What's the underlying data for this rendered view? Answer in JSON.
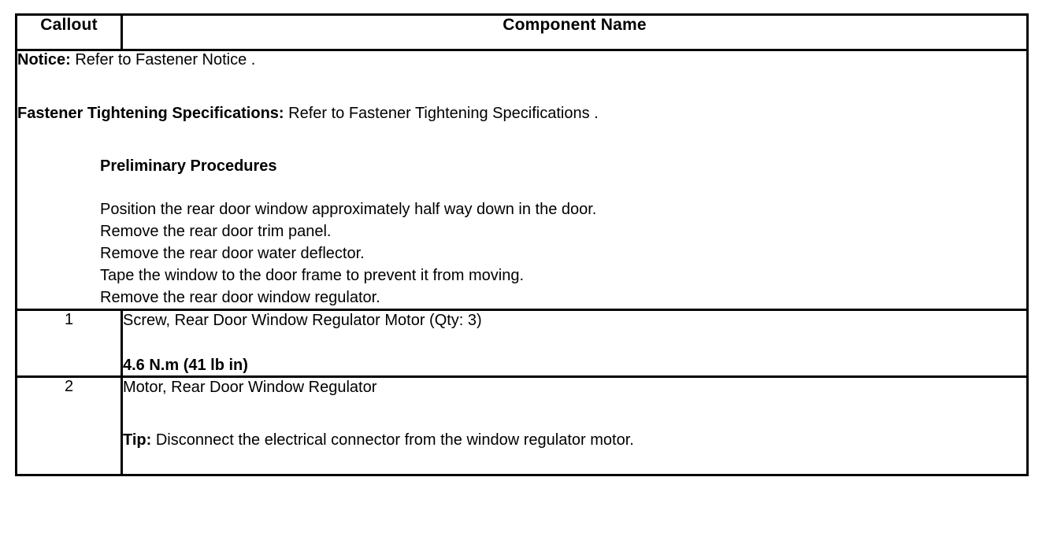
{
  "table": {
    "headers": {
      "callout": "Callout",
      "component": "Component Name"
    },
    "notice_block": {
      "notice_label": "Notice:",
      "notice_text": " Refer to Fastener Notice .",
      "fastener_label": "Fastener Tightening Specifications:",
      "fastener_text": " Refer to Fastener Tightening Specifications .",
      "preliminary_heading": "Preliminary Procedures",
      "preliminary_steps": [
        "Position the rear door window approximately half way down in the door.",
        "Remove the rear door trim panel.",
        "Remove the rear door water deflector.",
        "Tape the window to the door frame to prevent it from moving.",
        "Remove the rear door window regulator."
      ]
    },
    "rows": [
      {
        "callout": "1",
        "name": "Screw, Rear Door Window Regulator Motor (Qty: 3)",
        "torque": "4.6 N.m (41 lb in)"
      },
      {
        "callout": "2",
        "name": "Motor, Rear Door Window Regulator",
        "tip_label": "Tip:",
        "tip_text": " Disconnect the electrical connector from the window regulator motor."
      }
    ]
  },
  "colors": {
    "border": "#000000",
    "text": "#000000",
    "background": "#ffffff"
  }
}
